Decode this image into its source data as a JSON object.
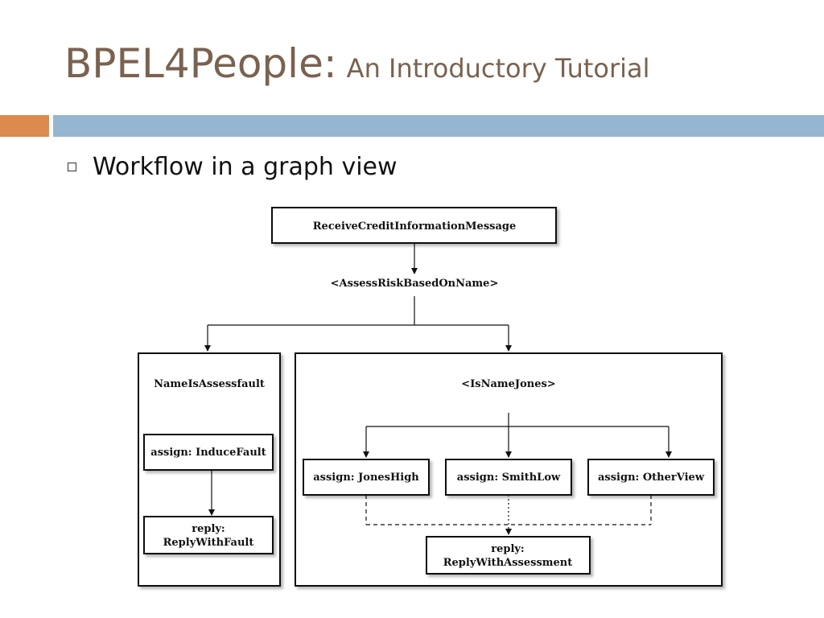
{
  "header": {
    "title_main": "BPEL4People:",
    "title_sub": "An Introductory Tutorial"
  },
  "bullet": {
    "text": "Workflow in a graph view"
  },
  "diagram": {
    "receive": "ReceiveCreditInformationMessage",
    "assess_switch": "<AssessRiskBasedOnName>",
    "left_scope_title": "NameIsAssessfault",
    "induce_fault": "assign: InduceFault",
    "reply_fault_line1": "reply:",
    "reply_fault_line2": "ReplyWithFault",
    "right_scope_title": "<IsNameJones>",
    "jones_high": "assign: JonesHigh",
    "smith_low": "assign: SmithLow",
    "other_view": "assign: OtherView",
    "reply_assessment_line1": "reply:",
    "reply_assessment_line2": "ReplyWithAssessment"
  },
  "colors": {
    "title": "#7a6250",
    "accent_orange": "#dd8a4f",
    "accent_blue": "#94b6d2"
  }
}
